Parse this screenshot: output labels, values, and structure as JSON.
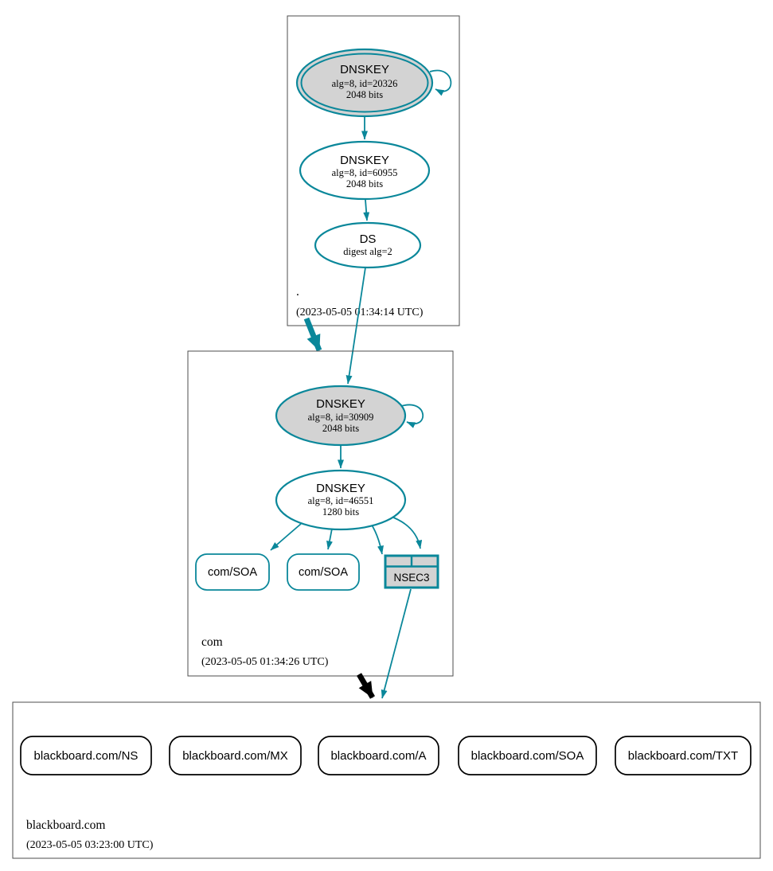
{
  "colors": {
    "secure_teal": "#0a879a",
    "delegation_black": "#000000",
    "key_fill_gray": "#d3d3d3",
    "border_gray": "#4d4d4d"
  },
  "root_zone": {
    "name": ".",
    "timestamp": "(2023-05-05 01:34:14 UTC)",
    "ksk": {
      "title": "DNSKEY",
      "alg": "alg=8, id=20326",
      "bits": "2048 bits"
    },
    "zsk": {
      "title": "DNSKEY",
      "alg": "alg=8, id=60955",
      "bits": "2048 bits"
    },
    "ds": {
      "title": "DS",
      "alg": "digest alg=2"
    }
  },
  "com_zone": {
    "name": "com",
    "timestamp": "(2023-05-05 01:34:26 UTC)",
    "ksk": {
      "title": "DNSKEY",
      "alg": "alg=8, id=30909",
      "bits": "2048 bits"
    },
    "zsk": {
      "title": "DNSKEY",
      "alg": "alg=8, id=46551",
      "bits": "1280 bits"
    },
    "soa1": "com/SOA",
    "soa2": "com/SOA",
    "nsec3": "NSEC3"
  },
  "blackboard_zone": {
    "name": "blackboard.com",
    "timestamp": "(2023-05-05 03:23:00 UTC)",
    "rrsets": [
      "blackboard.com/NS",
      "blackboard.com/MX",
      "blackboard.com/A",
      "blackboard.com/SOA",
      "blackboard.com/TXT"
    ]
  }
}
